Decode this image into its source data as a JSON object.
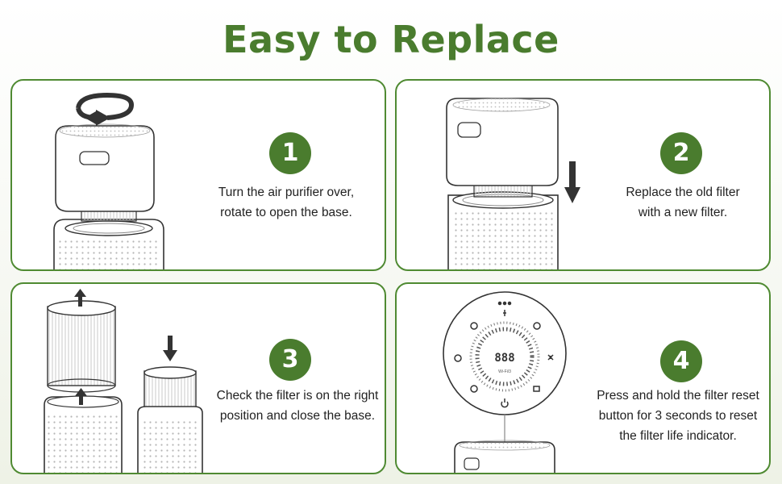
{
  "title": "Easy to Replace",
  "steps": [
    {
      "number": "1",
      "lines": [
        "Turn the air purifier over,",
        "rotate to open the base."
      ]
    },
    {
      "number": "2",
      "lines": [
        "Replace the old filter",
        "with a new filter."
      ]
    },
    {
      "number": "3",
      "lines": [
        "Check the filter is on the right",
        "position and close the base."
      ]
    },
    {
      "number": "4",
      "lines": [
        "Press and hold the filter reset",
        "button for 3 seconds to reset",
        "the filter life indicator."
      ]
    }
  ],
  "control_panel": {
    "display": "888",
    "label": "Wi-Fi/3"
  },
  "colors": {
    "accent": "#4a7c2e",
    "border": "#4f8a32"
  }
}
